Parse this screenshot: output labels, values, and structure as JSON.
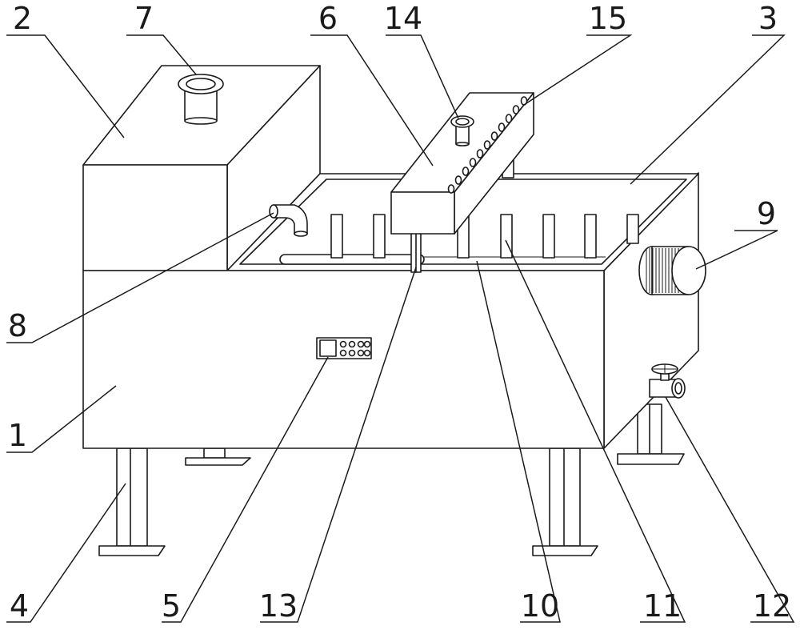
{
  "labels": [
    {
      "id": "1",
      "text": "1"
    },
    {
      "id": "2",
      "text": "2"
    },
    {
      "id": "3",
      "text": "3"
    },
    {
      "id": "4",
      "text": "4"
    },
    {
      "id": "5",
      "text": "5"
    },
    {
      "id": "6",
      "text": "6"
    },
    {
      "id": "7",
      "text": "7"
    },
    {
      "id": "8",
      "text": "8"
    },
    {
      "id": "9",
      "text": "9"
    },
    {
      "id": "10",
      "text": "10"
    },
    {
      "id": "11",
      "text": "11"
    },
    {
      "id": "12",
      "text": "12"
    },
    {
      "id": "13",
      "text": "13"
    },
    {
      "id": "14",
      "text": "14"
    },
    {
      "id": "15",
      "text": "15"
    }
  ],
  "colors": {
    "line": "#1a1a1a",
    "background": "#ffffff"
  }
}
